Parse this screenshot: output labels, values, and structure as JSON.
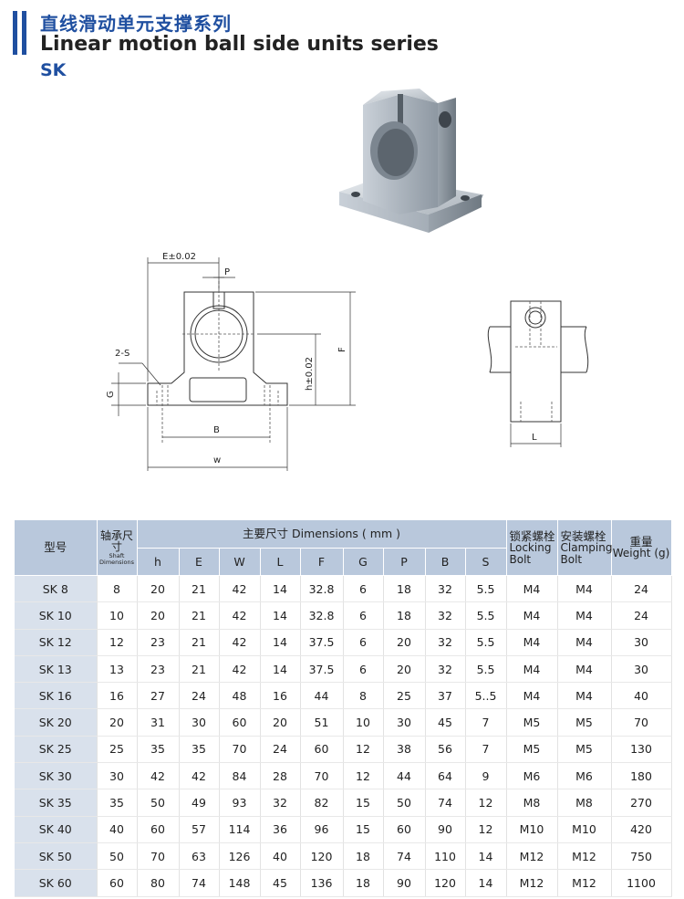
{
  "header": {
    "title_cn": "直线滑动单元支撑系列",
    "title_en": "Linear motion ball side units series",
    "model": "SK"
  },
  "drawing": {
    "front_labels": {
      "e": "E±0.02",
      "p": "P",
      "s": "2-S",
      "g": "G",
      "h": "h±0.02",
      "f": "F",
      "b": "B",
      "w": "w"
    },
    "side_labels": {
      "l": "L"
    }
  },
  "table": {
    "header": {
      "model": "型号",
      "shaft_cn": "轴承尺寸",
      "shaft_en": "Shaft Dimensions",
      "main_dims": "主要尺寸 Dimensions ( mm )",
      "locking_cn": "锁紧螺栓",
      "locking_en": "Locking Bolt",
      "clamping_cn": "安装螺栓",
      "clamping_en": "Clamping Bolt",
      "weight_cn": "重量",
      "weight_en": "Weight (g)"
    },
    "dim_columns": [
      "h",
      "E",
      "W",
      "L",
      "F",
      "G",
      "P",
      "B",
      "S"
    ],
    "rows": [
      [
        "SK 8",
        "8",
        "20",
        "21",
        "42",
        "14",
        "32.8",
        "6",
        "18",
        "32",
        "5.5",
        "M4",
        "M4",
        "24"
      ],
      [
        "SK 10",
        "10",
        "20",
        "21",
        "42",
        "14",
        "32.8",
        "6",
        "18",
        "32",
        "5.5",
        "M4",
        "M4",
        "24"
      ],
      [
        "SK 12",
        "12",
        "23",
        "21",
        "42",
        "14",
        "37.5",
        "6",
        "20",
        "32",
        "5.5",
        "M4",
        "M4",
        "30"
      ],
      [
        "SK 13",
        "13",
        "23",
        "21",
        "42",
        "14",
        "37.5",
        "6",
        "20",
        "32",
        "5.5",
        "M4",
        "M4",
        "30"
      ],
      [
        "SK 16",
        "16",
        "27",
        "24",
        "48",
        "16",
        "44",
        "8",
        "25",
        "37",
        "5..5",
        "M4",
        "M4",
        "40"
      ],
      [
        "SK 20",
        "20",
        "31",
        "30",
        "60",
        "20",
        "51",
        "10",
        "30",
        "45",
        "7",
        "M5",
        "M5",
        "70"
      ],
      [
        "SK 25",
        "25",
        "35",
        "35",
        "70",
        "24",
        "60",
        "12",
        "38",
        "56",
        "7",
        "M5",
        "M5",
        "130"
      ],
      [
        "SK 30",
        "30",
        "42",
        "42",
        "84",
        "28",
        "70",
        "12",
        "44",
        "64",
        "9",
        "M6",
        "M6",
        "180"
      ],
      [
        "SK 35",
        "35",
        "50",
        "49",
        "93",
        "32",
        "82",
        "15",
        "50",
        "74",
        "12",
        "M8",
        "M8",
        "270"
      ],
      [
        "SK 40",
        "40",
        "60",
        "57",
        "114",
        "36",
        "96",
        "15",
        "60",
        "90",
        "12",
        "M10",
        "M10",
        "420"
      ],
      [
        "SK 50",
        "50",
        "70",
        "63",
        "126",
        "40",
        "120",
        "18",
        "74",
        "110",
        "14",
        "M12",
        "M12",
        "750"
      ],
      [
        "SK 60",
        "60",
        "80",
        "74",
        "148",
        "45",
        "136",
        "18",
        "90",
        "120",
        "14",
        "M12",
        "M12",
        "1100"
      ]
    ]
  },
  "colors": {
    "brand_blue": "#1f4fa0",
    "header_bg": "#b9c8dc",
    "first_col_bg": "#d9e1ec"
  }
}
